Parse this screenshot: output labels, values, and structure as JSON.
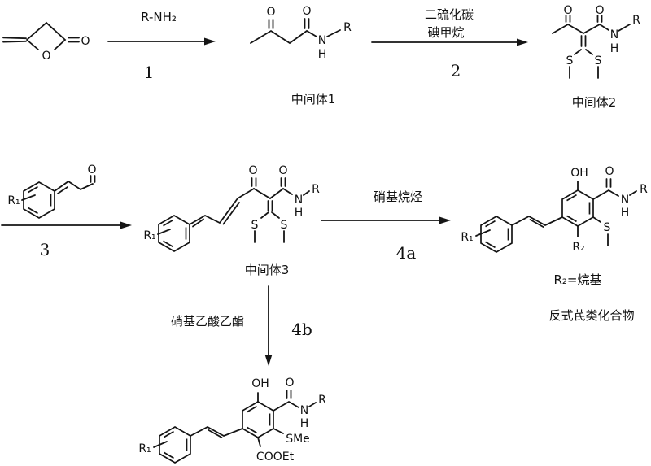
{
  "steps": {
    "step1": {
      "reagent": "R-NH₂",
      "num": "1"
    },
    "step2": {
      "reagent_line1": "二硫化碳",
      "reagent_line2": "碘甲烷",
      "num": "2"
    },
    "step3": {
      "num": "3"
    },
    "step4a": {
      "reagent": "硝基烷烃",
      "num": "4a"
    },
    "step4b": {
      "reagent": "硝基乙酸乙酯",
      "num": "4b"
    }
  },
  "captions": {
    "intermediate1": "中间体1",
    "intermediate2": "中间体2",
    "intermediate3": "中间体3",
    "r2_note": "R₂=烷基",
    "product_class": "反式芪类化合物"
  },
  "atoms": {
    "O": "O",
    "N": "N",
    "H": "H",
    "R": "R",
    "S": "S",
    "OH": "OH",
    "SMe": "SMe",
    "COOEt": "COOEt",
    "R1": "R₁",
    "R2": "R₂"
  }
}
